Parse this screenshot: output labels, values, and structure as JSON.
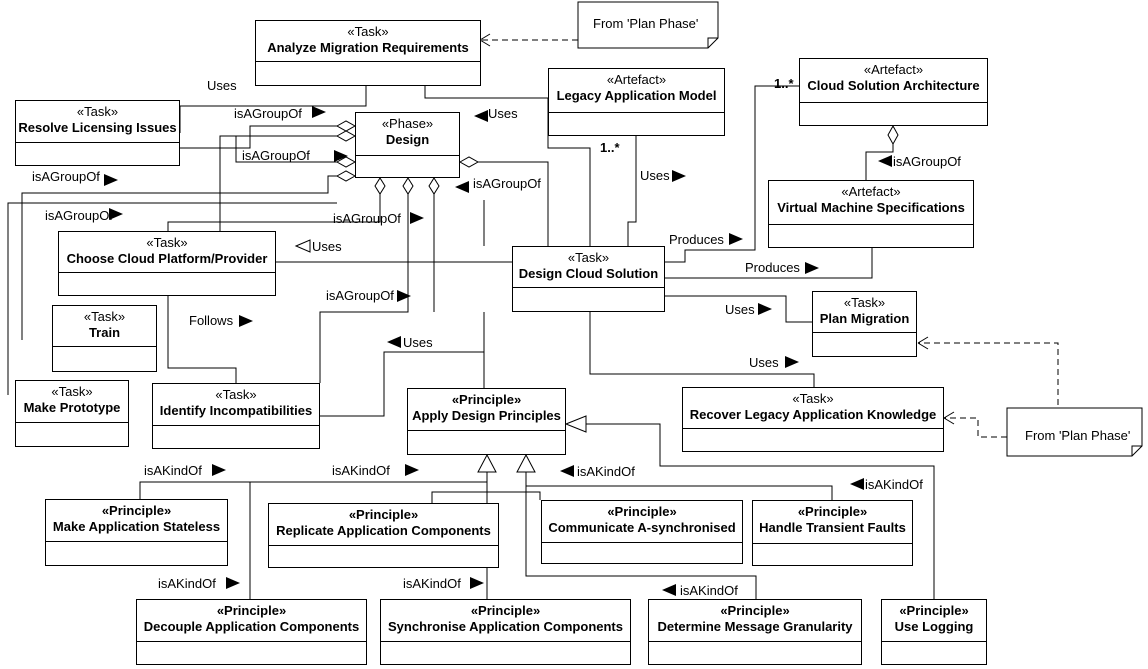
{
  "boxes": {
    "analyze": {
      "stereotype": "«Task»",
      "name": "Analyze Migration Requirements"
    },
    "legacy_model": {
      "stereotype": "«Artefact»",
      "name": "Legacy Application Model"
    },
    "cloud_arch": {
      "stereotype": "«Artefact»",
      "name": "Cloud Solution Architecture"
    },
    "resolve": {
      "stereotype": "«Task»",
      "name": "Resolve Licensing Issues"
    },
    "design": {
      "stereotype": "«Phase»",
      "name": "Design"
    },
    "vm_specs": {
      "stereotype": "«Artefact»",
      "name": "Virtual Machine Specifications"
    },
    "choose": {
      "stereotype": "«Task»",
      "name": "Choose Cloud Platform/Provider"
    },
    "design_solution": {
      "stereotype": "«Task»",
      "name": "Design Cloud Solution"
    },
    "train": {
      "stereotype": "«Task»",
      "name": "Train"
    },
    "plan_migration": {
      "stereotype": "«Task»",
      "name": "Plan Migration"
    },
    "prototype": {
      "stereotype": "«Task»",
      "name": "Make Prototype"
    },
    "identify": {
      "stereotype": "«Task»",
      "name": "Identify Incompatibilities"
    },
    "apply": {
      "stereotype": "«Principle»",
      "name": "Apply Design Principles"
    },
    "recover": {
      "stereotype": "«Task»",
      "name": "Recover Legacy Application Knowledge"
    },
    "stateless": {
      "stereotype": "«Principle»",
      "name": "Make Application Stateless"
    },
    "replicate": {
      "stereotype": "«Principle»",
      "name": "Replicate Application Components"
    },
    "communicate": {
      "stereotype": "«Principle»",
      "name": "Communicate A-synchronised"
    },
    "transient": {
      "stereotype": "«Principle»",
      "name": "Handle Transient Faults"
    },
    "decouple": {
      "stereotype": "«Principle»",
      "name": "Decouple Application Components"
    },
    "synchronise": {
      "stereotype": "«Principle»",
      "name": "Synchronise Application Components"
    },
    "granularity": {
      "stereotype": "«Principle»",
      "name": "Determine Message Granularity"
    },
    "logging": {
      "stereotype": "«Principle»",
      "name": "Use Logging"
    }
  },
  "notes": {
    "from_plan_top": "From 'Plan Phase'",
    "from_plan_bottom": "From 'Plan Phase'"
  },
  "labels": {
    "uses_analyze": "Uses",
    "isagroupof_1": "isAGroupOf",
    "uses_design": "Uses",
    "isagroupof_2": "isAGroupOf",
    "isagroupof_3": "isAGroupOf",
    "isagroupof_4": "isAGroupOf",
    "isagroupof_5": "isAGroupOf",
    "isagroupof_6": "isAGroupOf",
    "isagroupof_7": "isAGroupOf",
    "isagroupof_vm": "isAGroupOf",
    "mult_legacy": "1..*",
    "mult_arch": "1..*",
    "uses_legacy": "Uses",
    "produces_1": "Produces",
    "produces_2": "Produces",
    "uses_choose": "Uses",
    "follows": "Follows",
    "uses_identify": "Uses",
    "uses_plan": "Uses",
    "uses_recover": "Uses",
    "isakindof_1": "isAKindOf",
    "isakindof_2": "isAKindOf",
    "isakindof_3": "isAKindOf",
    "isakindof_4": "isAKindOf",
    "isakindof_5": "isAKindOf",
    "isakindof_6": "isAKindOf",
    "isakindof_7": "isAKindOf"
  },
  "colors": {
    "line": "#000000",
    "background": "#ffffff"
  }
}
